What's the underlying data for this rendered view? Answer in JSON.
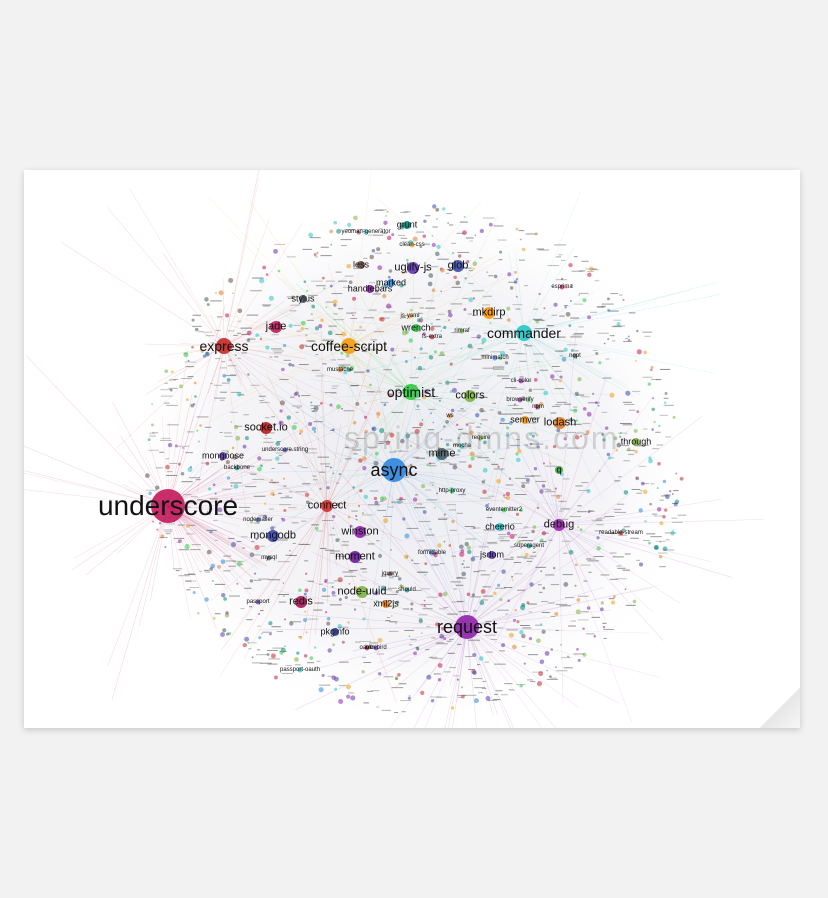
{
  "watermark": "spring-dmns.com",
  "colors": {
    "underscore": "#c2185b",
    "request": "#8e24aa",
    "async": "#2e86de",
    "optimist": "#2ecc40",
    "commander": "#26c6c6",
    "express": "#c62828",
    "coffee-script": "#f39c12",
    "colors": "#7cb342",
    "lodash": "#e67e22",
    "debug": "#9c27b0",
    "connect": "#d32f2f",
    "socket.io": "#b71c1c",
    "redis": "#ad1457",
    "mongodb": "#3949ab",
    "moment": "#6a1b9a",
    "jsdom": "#5e35b1",
    "q": "#43a047",
    "mkdirp": "#ff9800"
  },
  "nodes": [
    {
      "label": "underscore",
      "size": "xl",
      "key": "underscore"
    },
    {
      "label": "request",
      "size": "lg",
      "key": "request"
    },
    {
      "label": "async",
      "size": "lg",
      "key": "async"
    },
    {
      "label": "express",
      "size": "md",
      "key": "express"
    },
    {
      "label": "coffee-script",
      "size": "md",
      "key": "coffee-script"
    },
    {
      "label": "commander",
      "size": "md",
      "key": "commander"
    },
    {
      "label": "optimist",
      "size": "md",
      "key": "optimist"
    },
    {
      "label": "colors",
      "size": "sm",
      "key": "colors"
    },
    {
      "label": "mkdirp",
      "size": "sm",
      "key": "mkdirp"
    },
    {
      "label": "uglify-js",
      "size": "sm",
      "key": ""
    },
    {
      "label": "glob",
      "size": "sm",
      "key": ""
    },
    {
      "label": "grunt",
      "size": "xs",
      "key": ""
    },
    {
      "label": "less",
      "size": "xs",
      "key": ""
    },
    {
      "label": "stylus",
      "size": "xs",
      "key": ""
    },
    {
      "label": "jade",
      "size": "sm",
      "key": ""
    },
    {
      "label": "handlebars",
      "size": "xs",
      "key": ""
    },
    {
      "label": "marked",
      "size": "xs",
      "key": ""
    },
    {
      "label": "wrench",
      "size": "xs",
      "key": ""
    },
    {
      "label": "yeoman-generator",
      "size": "xxs",
      "key": ""
    },
    {
      "label": "lodash",
      "size": "sm",
      "key": "lodash"
    },
    {
      "label": "semver",
      "size": "xs",
      "key": ""
    },
    {
      "label": "through",
      "size": "xs",
      "key": ""
    },
    {
      "label": "socket.io",
      "size": "sm",
      "key": "socket.io"
    },
    {
      "label": "mongoose",
      "size": "xs",
      "key": ""
    },
    {
      "label": "underscore.string",
      "size": "xxs",
      "key": ""
    },
    {
      "label": "backbone",
      "size": "xxs",
      "key": ""
    },
    {
      "label": "connect",
      "size": "sm",
      "key": "connect"
    },
    {
      "label": "mime",
      "size": "sm",
      "key": ""
    },
    {
      "label": "q",
      "size": "xs",
      "key": "q"
    },
    {
      "label": "winston",
      "size": "sm",
      "key": ""
    },
    {
      "label": "mongodb",
      "size": "sm",
      "key": "mongodb"
    },
    {
      "label": "moment",
      "size": "sm",
      "key": "moment"
    },
    {
      "label": "cheerio",
      "size": "xs",
      "key": ""
    },
    {
      "label": "debug",
      "size": "sm",
      "key": "debug"
    },
    {
      "label": "jsdom",
      "size": "xs",
      "key": "jsdom"
    },
    {
      "label": "node-uuid",
      "size": "sm",
      "key": ""
    },
    {
      "label": "xml2js",
      "size": "xs",
      "key": ""
    },
    {
      "label": "redis",
      "size": "sm",
      "key": "redis"
    },
    {
      "label": "pkginfo",
      "size": "xs",
      "key": ""
    },
    {
      "label": "superagent",
      "size": "xxs",
      "key": ""
    },
    {
      "label": "npm",
      "size": "xxs",
      "key": ""
    },
    {
      "label": "nopt",
      "size": "xxs",
      "key": ""
    },
    {
      "label": "esprima",
      "size": "xxs",
      "key": ""
    },
    {
      "label": "browserify",
      "size": "xxs",
      "key": ""
    },
    {
      "label": "minimatch",
      "size": "xxs",
      "key": ""
    },
    {
      "label": "http-proxy",
      "size": "xxs",
      "key": ""
    },
    {
      "label": "passport-oauth",
      "size": "xxs",
      "key": ""
    },
    {
      "label": "readable-stream",
      "size": "xxs",
      "key": ""
    },
    {
      "label": "js-yaml",
      "size": "xxs",
      "key": ""
    },
    {
      "label": "rimraf",
      "size": "xxs",
      "key": ""
    },
    {
      "label": "mustache",
      "size": "xxs",
      "key": ""
    },
    {
      "label": "passport",
      "size": "xxs",
      "key": ""
    },
    {
      "label": "nodemailer",
      "size": "xxs",
      "key": ""
    },
    {
      "label": "should",
      "size": "xxs",
      "key": ""
    },
    {
      "label": "jquery",
      "size": "xxs",
      "key": ""
    },
    {
      "label": "mysql",
      "size": "xxs",
      "key": ""
    },
    {
      "label": "oauth",
      "size": "xxs",
      "key": ""
    },
    {
      "label": "cli-color",
      "size": "xxs",
      "key": ""
    },
    {
      "label": "formidable",
      "size": "xxs",
      "key": ""
    },
    {
      "label": "eventemitter2",
      "size": "xxs",
      "key": ""
    },
    {
      "label": "mocha",
      "size": "xxs",
      "key": ""
    },
    {
      "label": "fs-extra",
      "size": "xxs",
      "key": ""
    },
    {
      "label": "clean-css",
      "size": "xxs",
      "key": ""
    },
    {
      "label": "require",
      "size": "xxs",
      "key": ""
    },
    {
      "label": "ws",
      "size": "xxs",
      "key": ""
    },
    {
      "label": "bluebird",
      "size": "xxs",
      "key": ""
    }
  ]
}
